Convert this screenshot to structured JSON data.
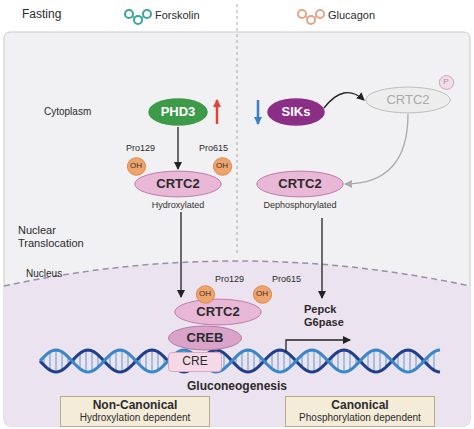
{
  "diagram": {
    "nodes": [
      {
        "text": [
          "PHD3"
        ]
      },
      {
        "text": [
          "OH"
        ]
      },
      {
        "text": [
          "OH"
        ]
      },
      {
        "text": [
          "CRTC2",
          "Hydroxylated"
        ]
      },
      {
        "text": [
          "SIKs"
        ]
      },
      {
        "text": [
          "P"
        ]
      },
      {
        "text": [
          "CRTC2"
        ]
      },
      {
        "text": [
          "CRTC2",
          "Dephosphorylated"
        ]
      },
      {
        "text": [
          "OH"
        ]
      },
      {
        "text": [
          "OH"
        ]
      },
      {
        "text": [
          "CRTC2"
        ]
      },
      {
        "text": [
          "CREB"
        ]
      },
      {
        "text": [
          "CRE"
        ]
      },
      {
        "text": [
          "Non-Canonical",
          "Hydroxylation dependent"
        ]
      },
      {
        "text": [
          "Canonical",
          "Phosphorylation dependent"
        ]
      }
    ],
    "edges": [
      {
        "from": 0,
        "to": 3,
        "arrow": "to"
      },
      {
        "from": 3,
        "to": 10,
        "arrow": "to"
      },
      {
        "from": 4,
        "to": 6,
        "arrow": "to"
      },
      {
        "from": 6,
        "to": 7,
        "arrow": "to"
      }
    ],
    "labels": [
      "Fasting",
      "Forskolin",
      "Glucagon",
      "Cytoplasm",
      "Nuclear Translocation",
      "Nucleus",
      "Pro129",
      "Pro615",
      "Pro129",
      "Pro615",
      "Pepck G6pase",
      "Gluconeogenesis"
    ]
  }
}
